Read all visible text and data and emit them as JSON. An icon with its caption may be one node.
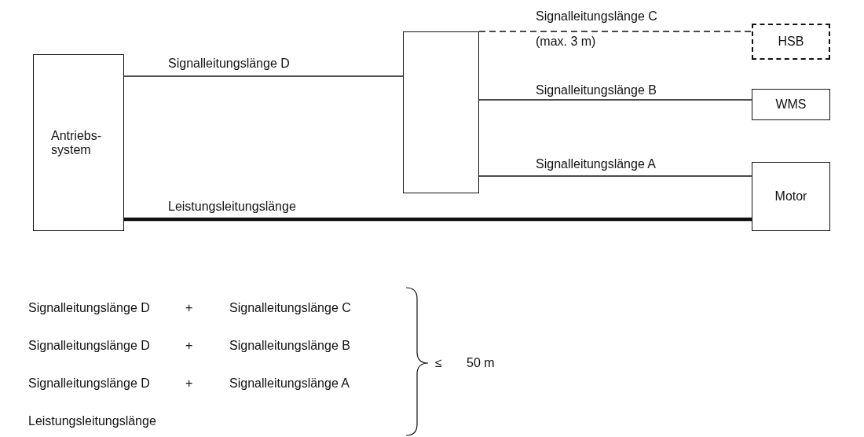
{
  "diagram": {
    "nodes": [
      {
        "text": [
          "Antriebs- system"
        ]
      },
      {
        "text": [],
        "shape": "box"
      },
      {
        "text": [
          "HSB"
        ]
      },
      {
        "text": [
          "WMS"
        ]
      },
      {
        "text": [
          "Motor"
        ]
      }
    ],
    "edges": [
      {
        "from": 0,
        "to": 1,
        "arrow": "none",
        "label": "Signalleitungslänge D"
      },
      {
        "from": 1,
        "to": 2,
        "arrow": "none",
        "label": "Signalleitungslänge C",
        "style": "dashed"
      },
      {
        "from": 1,
        "to": 3,
        "arrow": "none",
        "label": "Signalleitungslänge B"
      },
      {
        "from": 1,
        "to": 4,
        "arrow": "none",
        "label": "Signalleitungslänge A"
      },
      {
        "from": 0,
        "to": 4,
        "arrow": "none",
        "label": "Leistungsleitungslänge",
        "style": "thick"
      }
    ],
    "labels": [
      "(max. 3 m)",
      "Signalleitungslänge D",
      "+",
      "Signalleitungslänge C",
      "Signalleitungslänge D",
      "+",
      "Signalleitungslänge B",
      "Signalleitungslänge D",
      "+",
      "Signalleitungslänge A",
      "Leistungsleitungslänge",
      "≤",
      "50 m"
    ]
  }
}
